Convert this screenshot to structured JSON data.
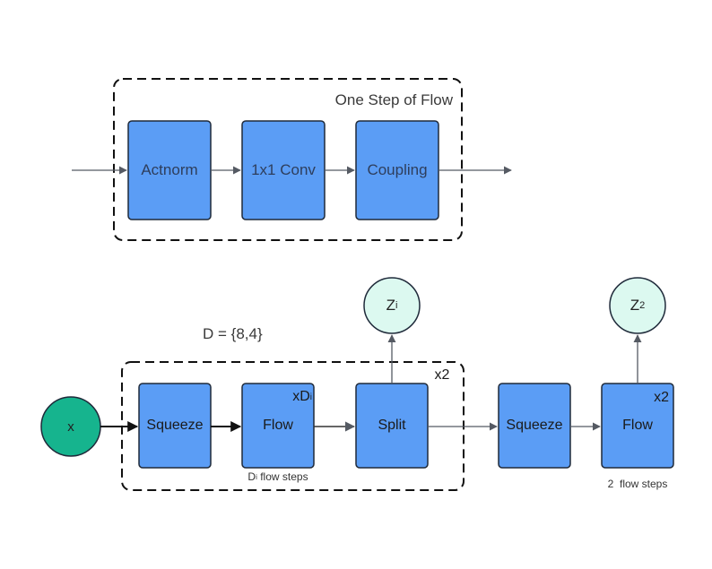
{
  "top_group": {
    "title": "One Step of Flow",
    "boxes": [
      "Actnorm",
      "1x1 Conv",
      "Coupling"
    ]
  },
  "bottom": {
    "d_label": "D = {8,4}",
    "input_label": "x",
    "loop_boxes": {
      "squeeze": "Squeeze",
      "flow": "Flow",
      "split": "Split"
    },
    "flow_repeat": "xD",
    "flow_repeat_sub": "i",
    "flow_caption": "D",
    "flow_caption_sub": "i",
    "flow_caption_rest": " flow steps",
    "loop_repeat": "x2",
    "zi": "Z",
    "zi_sub": "i",
    "final_squeeze": "Squeeze",
    "final_flow": "Flow",
    "final_flow_repeat": "x2",
    "final_caption": "2  flow steps",
    "z2": "Z",
    "z2_sub": "2"
  },
  "colors": {
    "box_fill": "#5b9df5",
    "box_stroke": "#1f2a3a",
    "input_fill": "#16b48e",
    "output_fill": "#dcf9f0",
    "arrow": "#555a63"
  }
}
